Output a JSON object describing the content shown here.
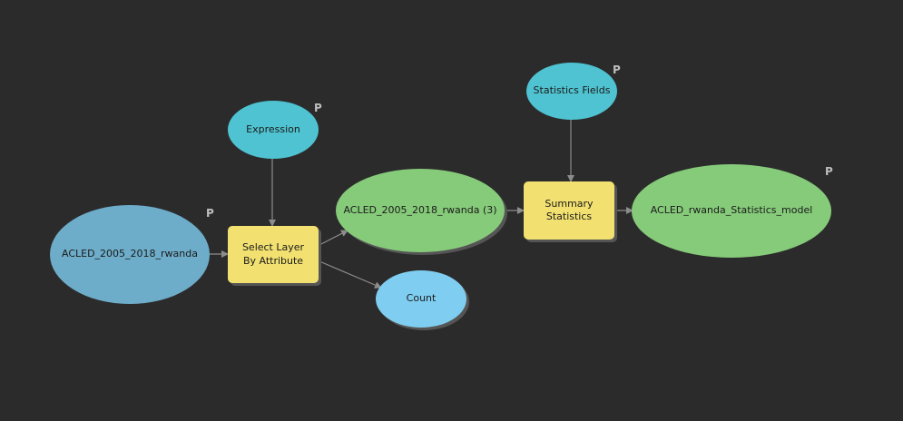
{
  "colors": {
    "background": "#2b2b2b",
    "input_data": "#6eadca",
    "variable": "#4fc3d1",
    "tool": "#f2e171",
    "derived_data": "#86cb7a",
    "count_output": "#7fcdf0",
    "connector": "#8c8c8c"
  },
  "parameter_marker": "P",
  "nodes": {
    "input_dataset": {
      "label": "ACLED_2005_2018_rwanda"
    },
    "expression": {
      "label": "Expression"
    },
    "select_tool": {
      "label": "Select Layer By Attribute"
    },
    "selected_output": {
      "label": "ACLED_2005_2018_rwanda (3)"
    },
    "count": {
      "label": "Count"
    },
    "statistics_fields": {
      "label": "Statistics Fields"
    },
    "summary_tool": {
      "label": "Summary Statistics"
    },
    "output_table": {
      "label": "ACLED_rwanda_Statistics_model"
    }
  }
}
